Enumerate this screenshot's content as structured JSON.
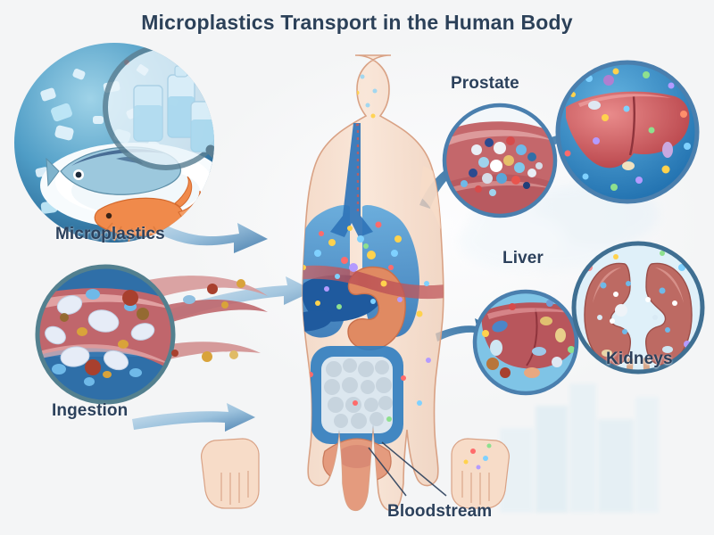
{
  "figure": {
    "title": "Microplastics Transport in the Human Body",
    "background_color": "#f4f5f6",
    "label_color": "#2c415c",
    "accent_arrow_color": "#4a7fae"
  },
  "labels": [
    {
      "id": "microplastics",
      "text": "Microplastics"
    },
    {
      "id": "ingestion",
      "text": "Ingestion"
    },
    {
      "id": "prostate",
      "text": "Prostate"
    },
    {
      "id": "liver",
      "text": "Liver"
    },
    {
      "id": "kidneys",
      "text": "Kidneys"
    },
    {
      "id": "bloodstream",
      "text": "Bloodstream"
    }
  ],
  "insets": [
    {
      "id": "source-inset",
      "name": "microplastics-source-inset",
      "contents": "Blue water circle with microplastic fragments, white plate with fish and shrimp, magnifying glass over water glasses",
      "circle_color": "#3d7fae"
    },
    {
      "id": "vessel-inset",
      "name": "blood-vessel-inset",
      "contents": "Magnified blood vessel cross-section with red and blue vessels carrying plastic particles",
      "circle_color": "#527b90"
    },
    {
      "id": "prostate-inset",
      "name": "prostate-tissue-inset",
      "contents": "Pink prostate tissue with cluster of colored plastic microbeads",
      "circle_color": "#4a7fae"
    },
    {
      "id": "liver-top-inset",
      "name": "liver-organ-inset",
      "contents": "Blue circle with red liver organ surrounded by colored particles",
      "circle_color": "#4a7fae"
    },
    {
      "id": "liver-lower-inset",
      "name": "liver-detail-inset",
      "contents": "Liver detail with scattered plastic particles in blue fluid",
      "circle_color": "#4a7fae"
    },
    {
      "id": "kidneys-inset",
      "name": "kidneys-organ-inset",
      "contents": "Pale blue circle with pair of kidneys and ureters speckled with particles",
      "circle_color": "#3f6f92"
    }
  ],
  "body_diagram": {
    "name": "human-body-silhouette",
    "skin_color": "#f7d9c4",
    "organs": [
      {
        "name": "lungs",
        "color": "#3a86c8"
      },
      {
        "name": "esophagus",
        "color": "#2f74b8"
      },
      {
        "name": "liver",
        "color": "#1f5a9e"
      },
      {
        "name": "stomach",
        "color": "#e08a62"
      },
      {
        "name": "intestines",
        "color": "#2f7dc0"
      },
      {
        "name": "prostate",
        "color": "#e49b7e"
      }
    ]
  },
  "arrows": [
    {
      "id": "arrow-source-to-body",
      "from": "microplastics",
      "to": "body"
    },
    {
      "id": "arrow-ingestion-to-body",
      "from": "ingestion",
      "to": "body"
    },
    {
      "id": "arrow-body-to-prostate",
      "from": "body",
      "to": "prostate"
    },
    {
      "id": "arrow-prostate-to-liver",
      "from": "prostate",
      "to": "liver"
    },
    {
      "id": "arrow-body-to-liver-lower",
      "from": "body",
      "to": "liver"
    },
    {
      "id": "arrow-liver-to-kidneys",
      "from": "liver",
      "to": "kidneys"
    }
  ]
}
